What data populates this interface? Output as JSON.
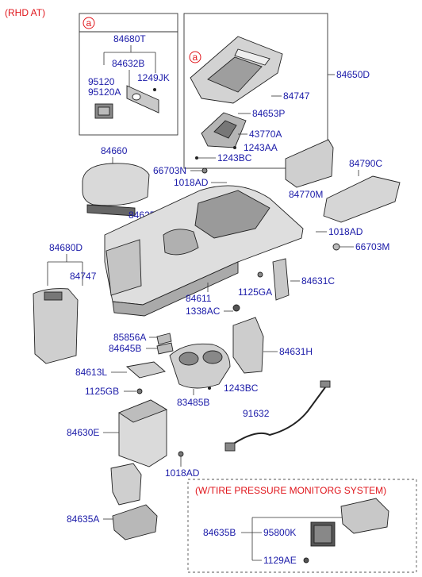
{
  "header": {
    "variant": "(RHD AT)"
  },
  "inset_a": {
    "marker": "a",
    "labels": [
      "84680T",
      "84632B",
      "1249JK",
      "95120",
      "95120A"
    ]
  },
  "inset_console": {
    "marker": "a",
    "labels": [
      "84650D",
      "84747",
      "84653P",
      "43770A",
      "1243AA",
      "1243BC"
    ]
  },
  "labels": {
    "l84660": "84660",
    "l66703N": "66703N",
    "l1018AD_a": "1018AD",
    "l84770M": "84770M",
    "l84790C": "84790C",
    "l84625K": "84625K",
    "l1018AD_b": "1018AD",
    "l66703M": "66703M",
    "l84680D": "84680D",
    "l84747": "84747",
    "l84631C": "84631C",
    "l84611": "84611",
    "l1125GA": "1125GA",
    "l1338AC": "1338AC",
    "l85856A": "85856A",
    "l84645B": "84645B",
    "l84631H": "84631H",
    "l84613L": "84613L",
    "l1243BC": "1243BC",
    "l1125GB": "1125GB",
    "l83485B": "83485B",
    "l91632": "91632",
    "l84630E": "84630E",
    "l1018AD_c": "1018AD",
    "l84635A": "84635A"
  },
  "tpms": {
    "title": "(W/TIRE PRESSURE  MONITORG SYSTEM)",
    "l84635B": "84635B",
    "l95800K": "95800K",
    "l1129AE": "1129AE"
  }
}
